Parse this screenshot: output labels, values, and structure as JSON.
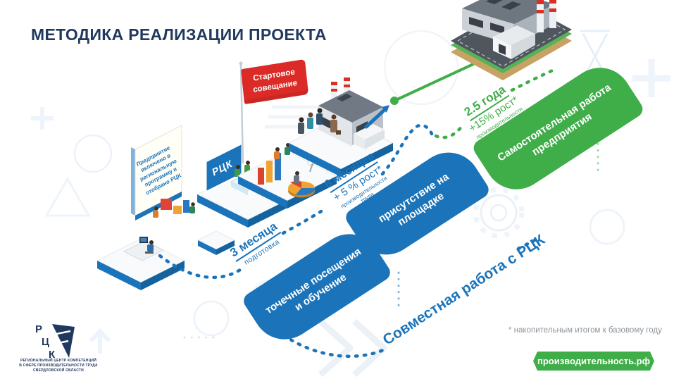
{
  "title": "МЕТОДИКА РЕАЛИЗАЦИИ ПРОЕКТА",
  "flag": {
    "label": "Стартовое совещание"
  },
  "intro_banner": {
    "text": "Предприятие включено в региональную программу и отобрано РЦК"
  },
  "rck_sign": "РЦК",
  "milestones": [
    {
      "duration": "3 месяца",
      "growth": "",
      "note": "подготовка"
    },
    {
      "duration": "6 месяцев",
      "growth": "+ 5 % рост*",
      "note": "производительности труда"
    },
    {
      "duration": "2.5 года",
      "growth": "+15% рост*",
      "note": "производительности труда"
    }
  ],
  "phases": {
    "joint_work_label": "Совместная работа с РЦК",
    "pills": [
      {
        "label": "точечные посещения и обучение"
      },
      {
        "label": "присутствие на площадке"
      },
      {
        "label": "Самостоятельная работа предприятия"
      }
    ]
  },
  "footnote": "* накопительным итогом к базовому году",
  "site_badge": {
    "label": "производительность.рф"
  },
  "logo": {
    "letters": [
      "Р",
      "Ц",
      "К"
    ],
    "caption": [
      "РЕГИОНАЛЬНЫЙ ЦЕНТР КОМПЕТЕНЦИЙ",
      "В СФЕРЕ ПРОИЗВОДИТЕЛЬНОСТИ ТРУДА",
      "СВЕРДЛОВСКОЙ ОБЛАСТИ"
    ]
  },
  "colors": {
    "accent_blue": "#1b74ba",
    "accent_green": "#3fae49",
    "title_navy": "#21395f",
    "flag_red": "#dc2b26"
  }
}
